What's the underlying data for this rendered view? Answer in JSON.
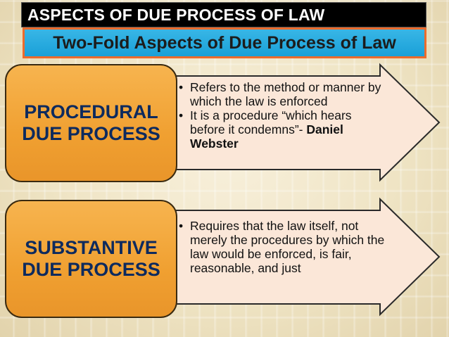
{
  "title": "ASPECTS OF DUE PROCESS OF LAW",
  "subtitle": "Two-Fold Aspects of Due Process of Law",
  "colors": {
    "title_bg": "#000000",
    "subtitle_border": "#ec6b2c",
    "subtitle_fill": "#1aa0d8",
    "box_fill": "#f0a031",
    "box_text": "#0d2a5e",
    "arrow_fill": "#fbe7d8"
  },
  "sections": [
    {
      "heading_line1": "PROCEDURAL",
      "heading_line2": "DUE PROCESS",
      "bullets": [
        {
          "marker": "•",
          "text": "Refers to the method or manner by which the law is enforced"
        },
        {
          "marker": "•",
          "text": "It is a procedure “which hears before it condemns”- ",
          "bold": "Daniel Webster"
        }
      ]
    },
    {
      "heading_line1": "SUBSTANTIVE",
      "heading_line2": "DUE PROCESS",
      "bullets": [
        {
          "marker": "•",
          "text": "Requires that the law itself, not merely the procedures by which the law would be enforced, is fair, reasonable, and just"
        }
      ]
    }
  ]
}
